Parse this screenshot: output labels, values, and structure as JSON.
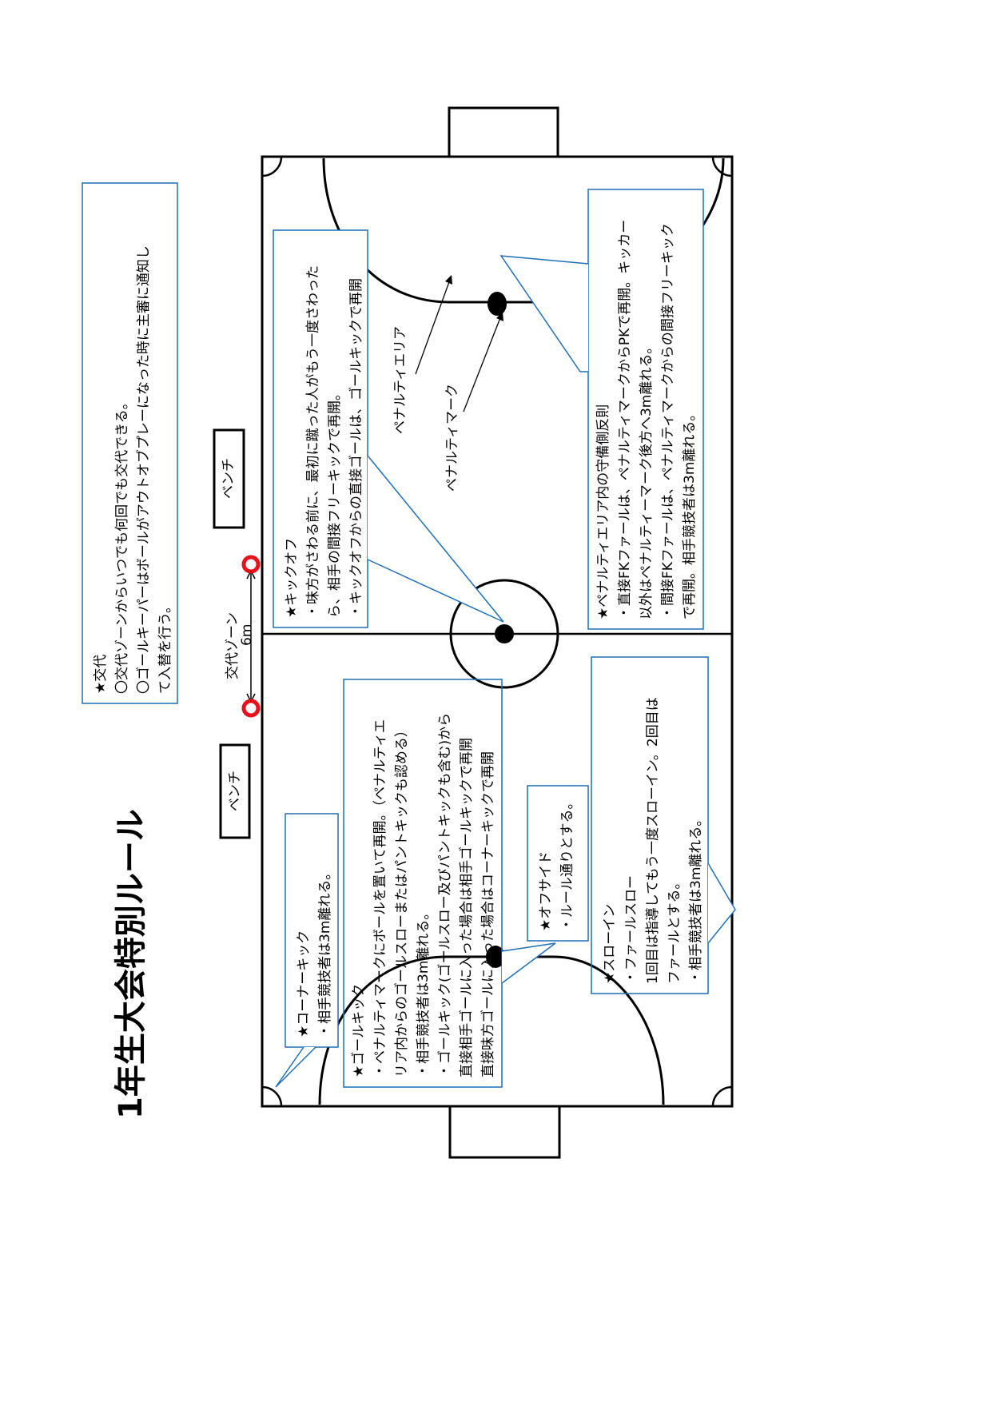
{
  "title": "1年生大会特別ルール",
  "colors": {
    "callout_border": "#1f6fb5",
    "sub_marker": "#e8101a",
    "line": "#000000"
  },
  "substitution": {
    "lines": [
      "★交代",
      "〇交代ゾーンからいつでも何回でも交代できる。",
      "〇ゴールキーパーはボールがアウトオブプレーになった時に主審に通知し",
      "て入替を行う。"
    ]
  },
  "bench_top": "ベンチ",
  "bench_bottom": "ベンチ",
  "sub_zone": {
    "label": "交代ゾーン",
    "distance": "6m"
  },
  "kickoff": {
    "lines": [
      "★キックオフ",
      "・味方がさわる前に、最初に蹴った人がもう一度さわった",
      "ら、相手の間接フリーキックで再開。",
      "・キックオフからの直接ゴールは、ゴールキックで再開"
    ]
  },
  "penalty_area_label": "ペナルティエリア",
  "penalty_mark_label": "ペナルティマーク",
  "penalty_foul": {
    "lines": [
      "★ペナルティエリア内の守備側反則",
      "・直接FKファールは、ペナルティマークからPKで再開。キッカー",
      "以外はペナルティーマーク後方へ3m離れる。",
      "・間接FKファールは、ペナルティマークからの間接フリーキック",
      "で再開。相手競技者は3m離れる。"
    ]
  },
  "corner_kick": {
    "lines": [
      "★コーナーキック",
      "・相手競技者は3m離れる。"
    ]
  },
  "goal_kick": {
    "lines": [
      "★ゴールキック",
      "・ペナルティマークにボールを置いて再開。（ペナルティエ",
      "リア内からのゴールスローまたはパントキックも認める）",
      "・相手競技者は3m離れる。",
      "・ゴールキック(ゴールスロー及びパントキックも含む)から",
      "直接相手ゴールに入った場合は相手ゴールキックで再開",
      "直接味方ゴールに入った場合はコーナーキックで再開"
    ]
  },
  "offside": {
    "lines": [
      "★オフサイド",
      "・ルール通りとする。"
    ]
  },
  "throw_in": {
    "lines": [
      "★スローイン",
      "・ファールスロー",
      "1回目は指導してもう一度スローイン。2回目は",
      "ファールとする。",
      "・相手競技者は3m離れる。"
    ]
  }
}
